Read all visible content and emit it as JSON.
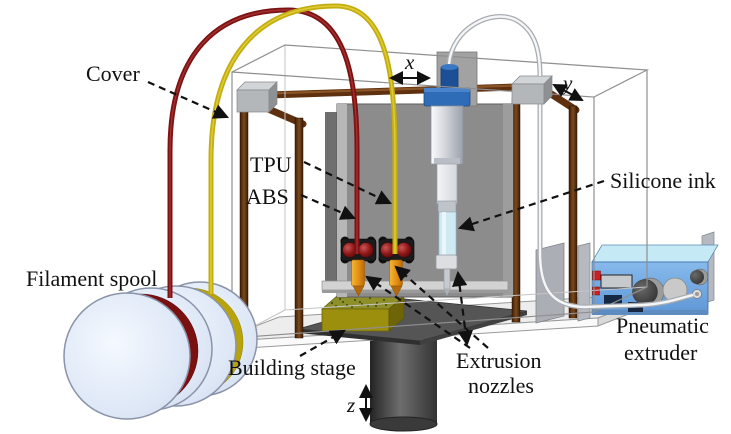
{
  "labels": {
    "cover": "Cover",
    "tpu": "TPU",
    "abs": "ABS",
    "filament_spool": "Filament spool",
    "building_stage": "Building stage",
    "extrusion_nozzles": {
      "line1": "Extrusion",
      "line2": "nozzles"
    },
    "silicone_ink": "Silicone ink",
    "pneumatic_extruder": {
      "line1": "Pneumatic",
      "line2": "extruder"
    }
  },
  "axes": {
    "x": "x",
    "y": "y",
    "z": "z"
  },
  "colors": {
    "abs_filament_red": "#7d1212",
    "tpu_filament_yellow": "#c3ad10",
    "silicone_ink_blue": "#cfeaf2",
    "nozzle_orange": "#e8941c",
    "syringe_cap_blue": "#2f6cb8",
    "pneumatic_box_blue": "#74aae0",
    "pneumatic_box_top": "#c6e9f6",
    "frame_brown": "#5f3010",
    "spool_disc": "#e3ebf8",
    "build_stage_gray": "#555555",
    "printed_part_yellow": "#9c8f0e",
    "panel_gray": "#8c8c8c",
    "annotation_black": "#111111"
  }
}
